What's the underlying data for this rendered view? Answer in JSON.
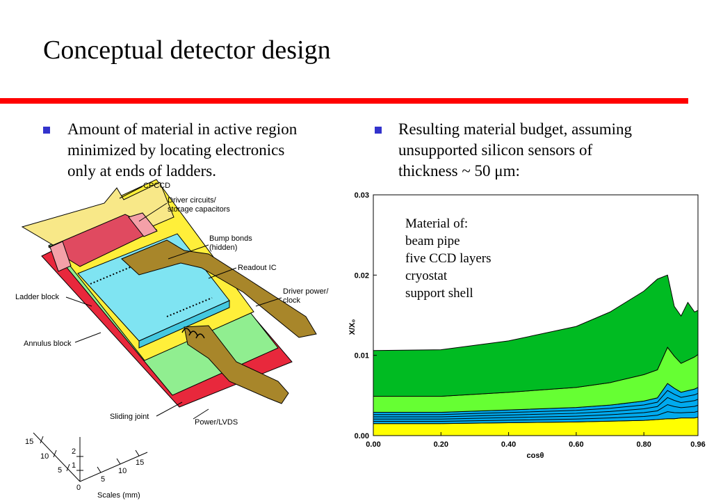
{
  "slide": {
    "title": "Conceptual detector design",
    "left_bullet": [
      "Amount of material in active region",
      "minimized by locating electronics",
      "only at ends of ladders."
    ],
    "right_bullet": [
      "Resulting material budget, assuming",
      "unsupported silicon sensors of",
      "thickness ~ 50 μm:"
    ],
    "colors": {
      "rule": "#ff0000",
      "bullet": "#3333cc"
    }
  },
  "diagram": {
    "labels": {
      "cpccd": "CPCCD",
      "driver_circuits": "Driver circuits/",
      "storage_caps": "storage capacitors",
      "bump_bonds": "Bump bonds",
      "hidden": "(hidden)",
      "readout_ic": "Readout IC",
      "driver_power": "Driver power/",
      "clock": "clock",
      "ladder_block": "Ladder block",
      "annulus_block": "Annulus block",
      "sliding_joint": "Sliding joint",
      "power_lvds": "Power/LVDS"
    },
    "scale": {
      "caption": "Scales (mm)",
      "x_ticks": [
        "5",
        "10",
        "15"
      ],
      "y_ticks": [
        "1",
        "2"
      ],
      "z_ticks": [
        "5",
        "10",
        "15"
      ],
      "origin": "0"
    }
  },
  "legend": {
    "heading": "Material of:",
    "items": [
      "beam pipe",
      "five CCD layers",
      "cryostat",
      "support shell"
    ]
  },
  "chart_data": {
    "type": "area",
    "xlabel": "cosθ",
    "ylabel": "X/X₀",
    "xlim": [
      0,
      0.96
    ],
    "ylim": [
      0,
      0.03
    ],
    "x_ticks": [
      "0.00",
      "0.20",
      "0.40",
      "0.60",
      "0.80",
      "0.96"
    ],
    "y_ticks": [
      "0.00",
      "0.01",
      "0.02",
      "0.03"
    ],
    "x": [
      0.0,
      0.2,
      0.4,
      0.6,
      0.7,
      0.8,
      0.84,
      0.87,
      0.89,
      0.91,
      0.93,
      0.95,
      0.96
    ],
    "series": [
      {
        "name": "beam pipe",
        "color": "#ffff00",
        "values": [
          0.0015,
          0.0015,
          0.0016,
          0.0017,
          0.0018,
          0.0019,
          0.002,
          0.0021,
          0.0021,
          0.0022,
          0.0022,
          0.0022,
          0.0023
        ]
      },
      {
        "name": "five CCD layers",
        "color": "#00aaee",
        "values": [
          0.0014,
          0.0014,
          0.0016,
          0.0018,
          0.002,
          0.0024,
          0.0027,
          0.0044,
          0.0038,
          0.0032,
          0.0034,
          0.0036,
          0.0037
        ]
      },
      {
        "name": "cryostat",
        "color": "#66ff33",
        "values": [
          0.002,
          0.002,
          0.0022,
          0.0025,
          0.0028,
          0.0033,
          0.0035,
          0.0045,
          0.004,
          0.0036,
          0.0038,
          0.004,
          0.0041
        ]
      },
      {
        "name": "support shell",
        "color": "#00bb22",
        "values": [
          0.0057,
          0.0058,
          0.0064,
          0.0076,
          0.0088,
          0.0104,
          0.0113,
          0.009,
          0.0062,
          0.0059,
          0.0072,
          0.0056,
          0.0055
        ]
      }
    ]
  }
}
